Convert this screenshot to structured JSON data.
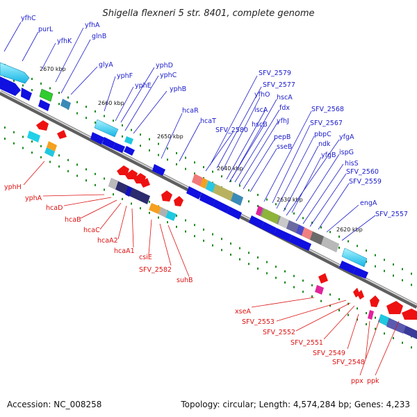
{
  "title": "Shigella flexneri 5 str. 8401, complete genome",
  "footer": {
    "accession": "Accession: NC_008258",
    "summary": "Topology: circular; Length: 4,574,284 bp; Genes: 4,233"
  },
  "colors": {
    "forward_label": "#1a1acc",
    "reverse_label": "#dd1111",
    "backbone": "#888888",
    "forward_arrow": "#1010e0",
    "reverse_arrow": "#ee1111",
    "tick": "#1a8a1a"
  },
  "scale_labels": [
    "2670 kbp",
    "2660 kbp",
    "2650 kbp",
    "2640 kbp",
    "2630 kbp",
    "2620 kbp"
  ],
  "forward_genes": [
    "yfhC",
    "purL",
    "yfhK",
    "yfhA",
    "glnB",
    "glyA",
    "yphF",
    "yphE",
    "yphD",
    "yphC",
    "yphB",
    "hcaR",
    "hcaT",
    "SFV_2580",
    "SFV_2579",
    "SFV_2577",
    "yfhO",
    "iscA",
    "hscB",
    "hscA",
    "fdx",
    "yfhJ",
    "pepB",
    "sseB",
    "SFV_2568",
    "SFV_2567",
    "pbpC",
    "ndk",
    "yfgB",
    "yfgA",
    "ispG",
    "hisS",
    "SFV_2560",
    "SFV_2559",
    "engA",
    "SFV_2557"
  ],
  "reverse_genes": [
    "yphH",
    "yphA",
    "hcaD",
    "hcaB",
    "hcaC",
    "hcaA2",
    "hcaA1",
    "csiE",
    "SFV_2582",
    "suhB",
    "xseA",
    "SFV_2553",
    "SFV_2552",
    "SFV_2551",
    "SFV_2549",
    "SFV_2548",
    "ppx",
    "ppk"
  ]
}
